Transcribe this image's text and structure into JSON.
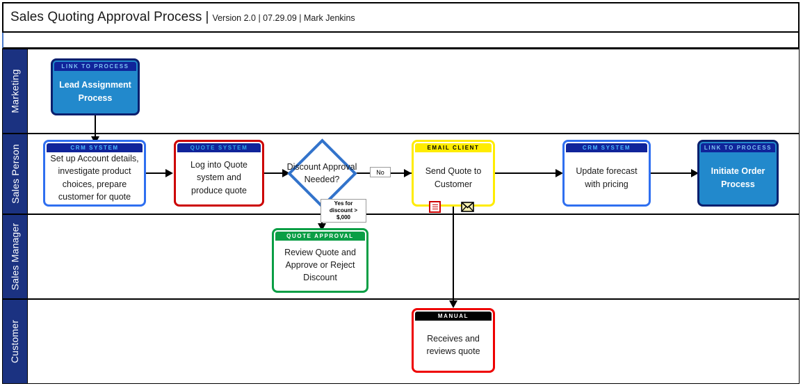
{
  "header": {
    "title": "Sales Quoting Approval Process",
    "separator": "|",
    "meta": "Version 2.0 | 07.29.09 | Mark Jenkins"
  },
  "lanes": [
    {
      "id": "marketing",
      "label": "Marketing"
    },
    {
      "id": "sales-person",
      "label": "Sales Person"
    },
    {
      "id": "sales-manager",
      "label": "Sales Manager"
    },
    {
      "id": "customer",
      "label": "Customer"
    }
  ],
  "nodes": {
    "lead_assignment": {
      "header": "LINK TO PROCESS",
      "text": "Lead Assignment Process"
    },
    "setup_account": {
      "header": "CRM SYSTEM",
      "text": "Set up Account details, investigate product choices, prepare customer for quote"
    },
    "log_quote": {
      "header": "QUOTE SYSTEM",
      "text": "Log into Quote system and produce quote"
    },
    "decision": {
      "text": "Discount Approval Needed?"
    },
    "send_quote": {
      "header": "EMAIL CLIENT",
      "text": "Send Quote to Customer"
    },
    "update_forecast": {
      "header": "CRM SYSTEM",
      "text": "Update forecast with pricing"
    },
    "initiate_order": {
      "header": "LINK TO PROCESS",
      "text": "Initiate Order Process"
    },
    "review_quote": {
      "header": "QUOTE APPROVAL",
      "text": "Review Quote and Approve or Reject Discount"
    },
    "receives_quote": {
      "header": "MANUAL",
      "text": "Receives and reviews quote"
    }
  },
  "edge_labels": {
    "no": "No",
    "yes_line1": "Yes for",
    "yes_line2": "discount >",
    "yes_line3": "$,000"
  },
  "icons": {
    "document": "document-icon",
    "envelope": "envelope-icon"
  },
  "colors": {
    "lane_label_bg": "#1b3281",
    "link_fill": "#2289cc",
    "crm_border": "#2f6ff0",
    "quote_border": "#cc0000",
    "email_border": "#ffec00",
    "approval_border": "#0a9e45",
    "manual_border": "#ee0000",
    "decision_border": "#3273cb",
    "connector": "#000000"
  }
}
